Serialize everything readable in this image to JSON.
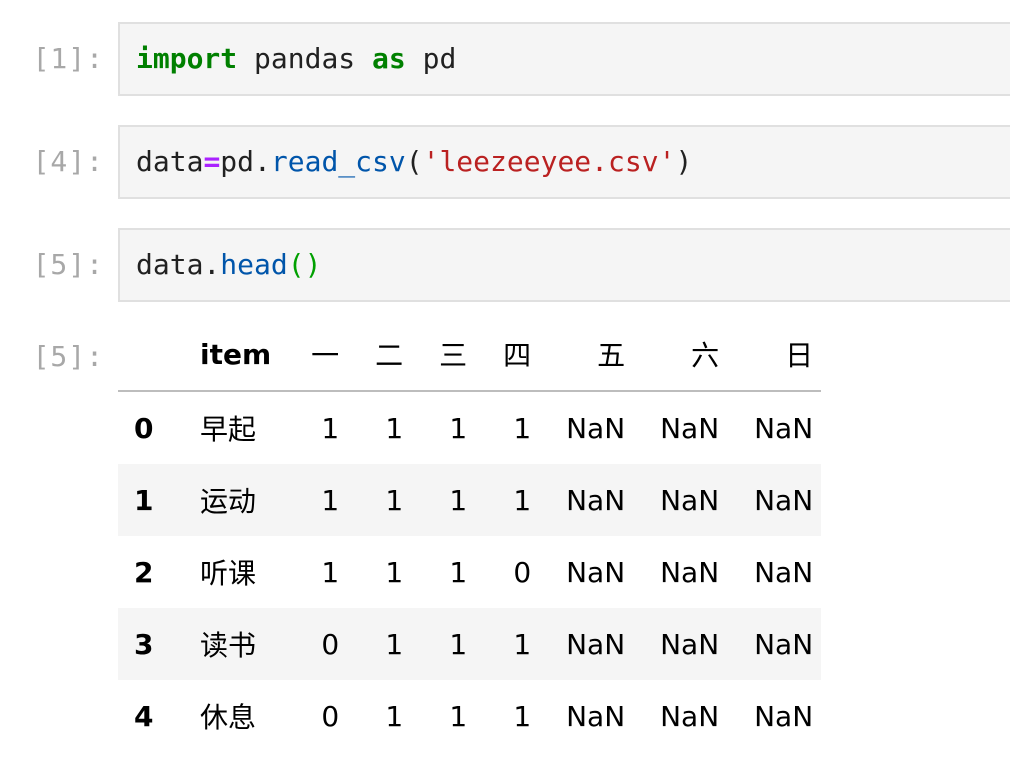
{
  "cells": [
    {
      "prompt": "[1]:",
      "code": {
        "kw1": "import",
        "mod": " pandas ",
        "kw2": "as",
        "alias": " pd"
      }
    },
    {
      "prompt": "[4]:",
      "code": {
        "var": "data",
        "op": "=",
        "obj": "pd.",
        "fn": "read_csv",
        "open": "(",
        "str": "'leezeeyee.csv'",
        "close": ")"
      }
    },
    {
      "prompt": "[5]:",
      "code": {
        "obj": "data.",
        "fn": "head",
        "parens": "()"
      }
    }
  ],
  "output": {
    "prompt": "[5]:",
    "columns": [
      "",
      "item",
      "一",
      "二",
      "三",
      "四",
      "五",
      "六",
      "日"
    ],
    "rows": [
      {
        "index": "0",
        "values": [
          "早起",
          "1",
          "1",
          "1",
          "1",
          "NaN",
          "NaN",
          "NaN"
        ]
      },
      {
        "index": "1",
        "values": [
          "运动",
          "1",
          "1",
          "1",
          "1",
          "NaN",
          "NaN",
          "NaN"
        ]
      },
      {
        "index": "2",
        "values": [
          "听课",
          "1",
          "1",
          "1",
          "0",
          "NaN",
          "NaN",
          "NaN"
        ]
      },
      {
        "index": "3",
        "values": [
          "读书",
          "0",
          "1",
          "1",
          "1",
          "NaN",
          "NaN",
          "NaN"
        ]
      },
      {
        "index": "4",
        "values": [
          "休息",
          "0",
          "1",
          "1",
          "1",
          "NaN",
          "NaN",
          "NaN"
        ]
      }
    ]
  }
}
